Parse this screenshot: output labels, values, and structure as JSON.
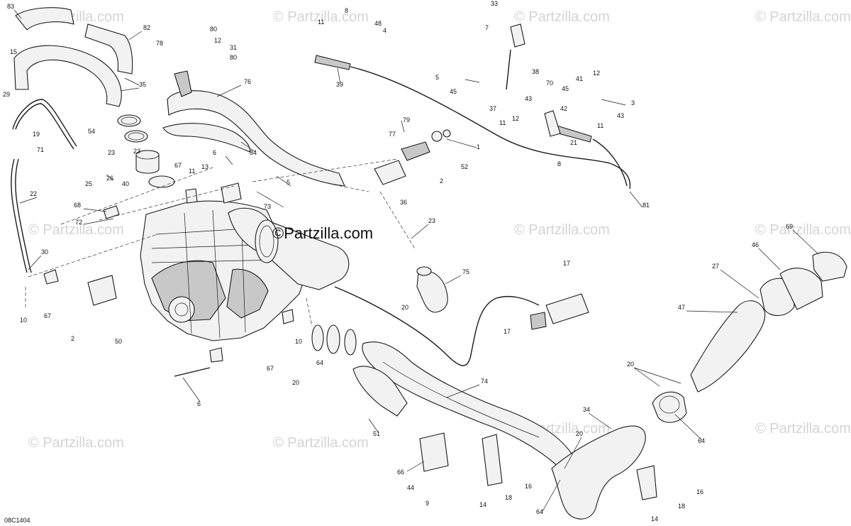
{
  "diagram": {
    "code": "08C1404",
    "watermark_center": "©Partzilla.com",
    "watermark_faint": "© Partzilla.com",
    "callouts": [
      "83",
      "82",
      "15",
      "35",
      "8",
      "48",
      "4",
      "11",
      "80",
      "12",
      "78",
      "31",
      "80",
      "33",
      "7",
      "29",
      "19",
      "71",
      "54",
      "23",
      "76",
      "39",
      "38",
      "41",
      "12",
      "5",
      "45",
      "70",
      "3",
      "37",
      "45",
      "43",
      "11",
      "12",
      "43",
      "42",
      "11",
      "21",
      "8",
      "79",
      "77",
      "26",
      "25",
      "40",
      "23",
      "6",
      "84",
      "1",
      "52",
      "2",
      "22",
      "67",
      "11",
      "13",
      "5",
      "36",
      "73",
      "81",
      "68",
      "72",
      "23",
      "30",
      "69",
      "46",
      "27",
      "75",
      "17",
      "10",
      "67",
      "20",
      "47",
      "17",
      "2",
      "50",
      "10",
      "64",
      "20",
      "67",
      "74",
      "20",
      "34",
      "64",
      "6",
      "51",
      "20",
      "66",
      "16",
      "44",
      "18",
      "9",
      "14",
      "64",
      "16",
      "18",
      "14"
    ]
  }
}
